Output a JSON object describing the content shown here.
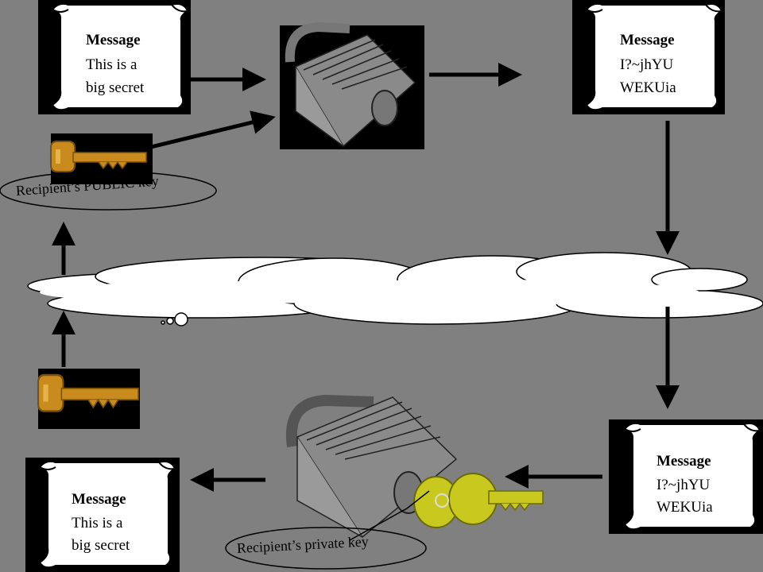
{
  "scrolls": {
    "plaintext_top": {
      "title": "Message",
      "line1": "This is a",
      "line2": "big secret"
    },
    "ciphertext_top": {
      "title": "Message",
      "line1": "I?~jhYU",
      "line2": "WEKUia"
    },
    "ciphertext_bottom": {
      "title": "Message",
      "line1": "I?~jhYU",
      "line2": "WEKUia"
    },
    "plaintext_bottom": {
      "title": "Message",
      "line1": "This is a",
      "line2": "big secret"
    }
  },
  "labels": {
    "public_key": "Recipient’s PUBLIC key",
    "private_key": "Recipient’s private key"
  },
  "colors": {
    "background": "#808080",
    "gold_key": "#c98a1e",
    "yellow_key": "#c8c81e",
    "cloud": "#ffffff",
    "lock_body": "#8a8a8a"
  },
  "icons": [
    "scroll-icon",
    "padlock-icon",
    "key-icon",
    "cloud-icon",
    "arrow-icon"
  ]
}
